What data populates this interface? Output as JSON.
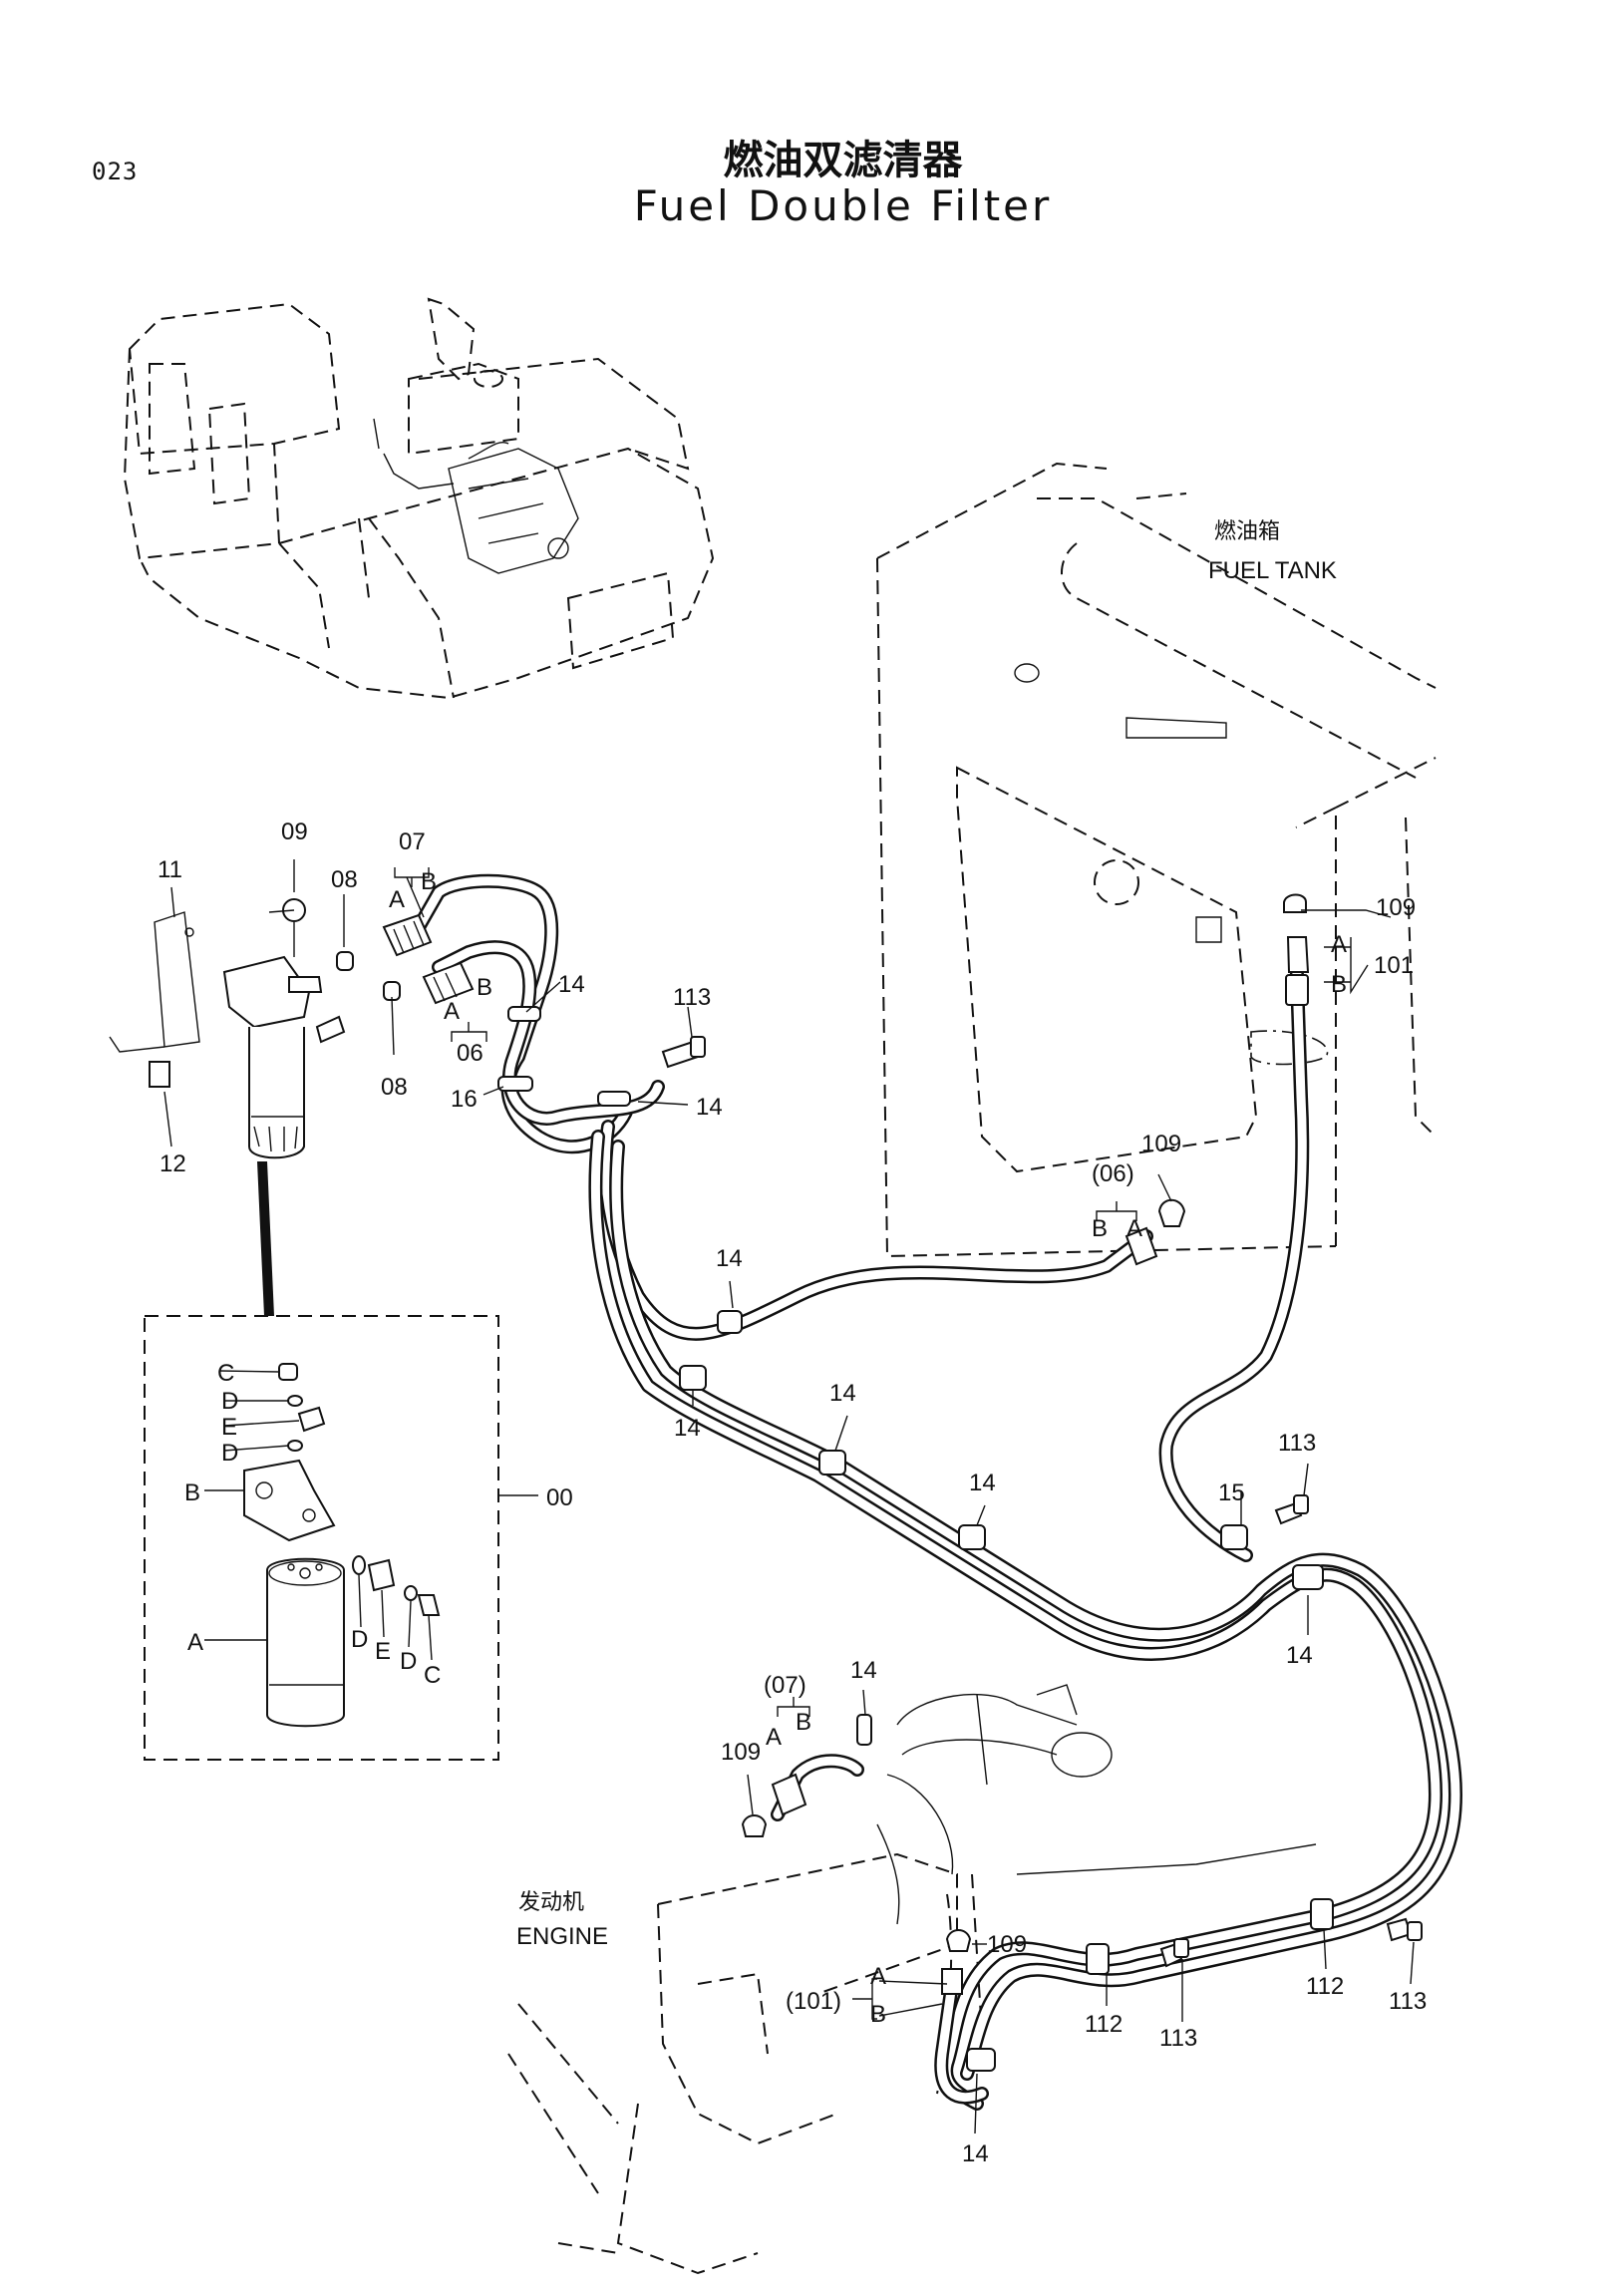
{
  "header": {
    "page_number": "023",
    "title_cn": "燃油双滤清器",
    "title_en": "Fuel Double Filter"
  },
  "callouts": {
    "fuel_tank_cn": "燃油箱",
    "fuel_tank_en": "FUEL TANK",
    "engine_cn": "发动机",
    "engine_en": "ENGINE"
  },
  "part_labels": {
    "p09": "09",
    "p07": "07",
    "p07_a": "A",
    "p07_b": "B",
    "p08_top": "08",
    "p11": "11",
    "p12": "12",
    "p08_bottom": "08",
    "p06_a": "A",
    "p06_b": "B",
    "p06": "06",
    "p14_a": "14",
    "p113_a": "113",
    "p16": "16",
    "p14_b": "14",
    "p109_a": "109",
    "p101_a": "A",
    "p101_b": "B",
    "p101": "101",
    "p109_b": "109",
    "p06_ref": "(06)",
    "p06_ref_b": "B",
    "p06_ref_a": "A",
    "p14_c": "14",
    "p14_d": "14",
    "p14_e": "14",
    "p14_f": "14",
    "p113_b": "113",
    "p15": "15",
    "p14_g": "14",
    "p14_h": "14",
    "p07_ref": "(07)",
    "p07_ref_a": "A",
    "p07_ref_b": "B",
    "p109_c": "109",
    "p109_d": "109",
    "p101_ref": "(101)",
    "p101_ref_a": "A",
    "p101_ref_b": "B",
    "p112_a": "112",
    "p113_c": "113",
    "p112_b": "112",
    "p113_d": "113",
    "p14_i": "14"
  },
  "kit_labels": {
    "kit": "00",
    "c_top": "C",
    "d_1": "D",
    "e_1": "E",
    "d_2": "D",
    "b": "B",
    "a": "A",
    "d_3": "D",
    "e_2": "E",
    "d_4": "D",
    "c_bottom": "C"
  }
}
